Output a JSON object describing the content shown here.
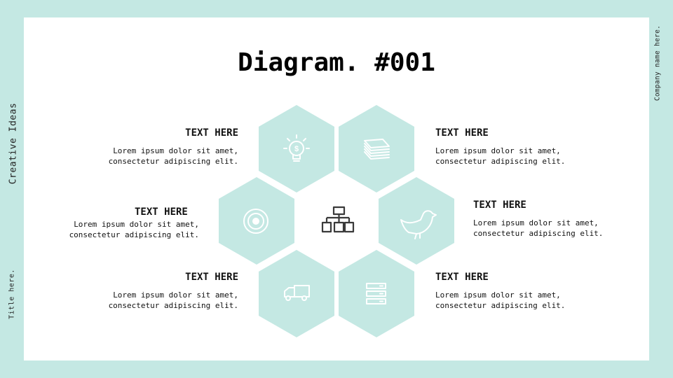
{
  "side_left_top": "Creative Ideas",
  "side_left_bottom": "Title here.",
  "side_right": "Company name here.",
  "title": "Diagram. #001",
  "colors": {
    "background": "#c4e8e3",
    "hex_fill": "#c4e8e3",
    "card": "#ffffff",
    "icon_dark": "#3a3a3a"
  },
  "hexagons": [
    {
      "name": "top-left",
      "icon": "lightbulb-dollar-icon"
    },
    {
      "name": "top-right",
      "icon": "stacked-papers-icon"
    },
    {
      "name": "mid-left",
      "icon": "target-icon"
    },
    {
      "name": "center",
      "icon": "org-chart-icon"
    },
    {
      "name": "mid-right",
      "icon": "bird-icon"
    },
    {
      "name": "bottom-left",
      "icon": "truck-icon"
    },
    {
      "name": "bottom-right",
      "icon": "server-icon"
    }
  ],
  "blocks": [
    {
      "heading": "TEXT HERE",
      "body": "Lorem ipsum dolor sit amet,\nconsectetur adipiscing elit."
    },
    {
      "heading": "TEXT HERE",
      "body": "Lorem ipsum dolor sit amet,\nconsectetur adipiscing elit."
    },
    {
      "heading": "TEXT HERE",
      "body": "Lorem ipsum dolor sit amet,\nconsectetur adipiscing elit."
    },
    {
      "heading": "TEXT HERE",
      "body": "Lorem ipsum dolor sit amet,\nconsectetur adipiscing elit."
    },
    {
      "heading": "TEXT HERE",
      "body": "Lorem ipsum dolor sit amet,\nconsectetur adipiscing elit."
    },
    {
      "heading": "TEXT HERE",
      "body": "Lorem ipsum dolor sit amet,\nconsectetur adipiscing elit."
    }
  ]
}
